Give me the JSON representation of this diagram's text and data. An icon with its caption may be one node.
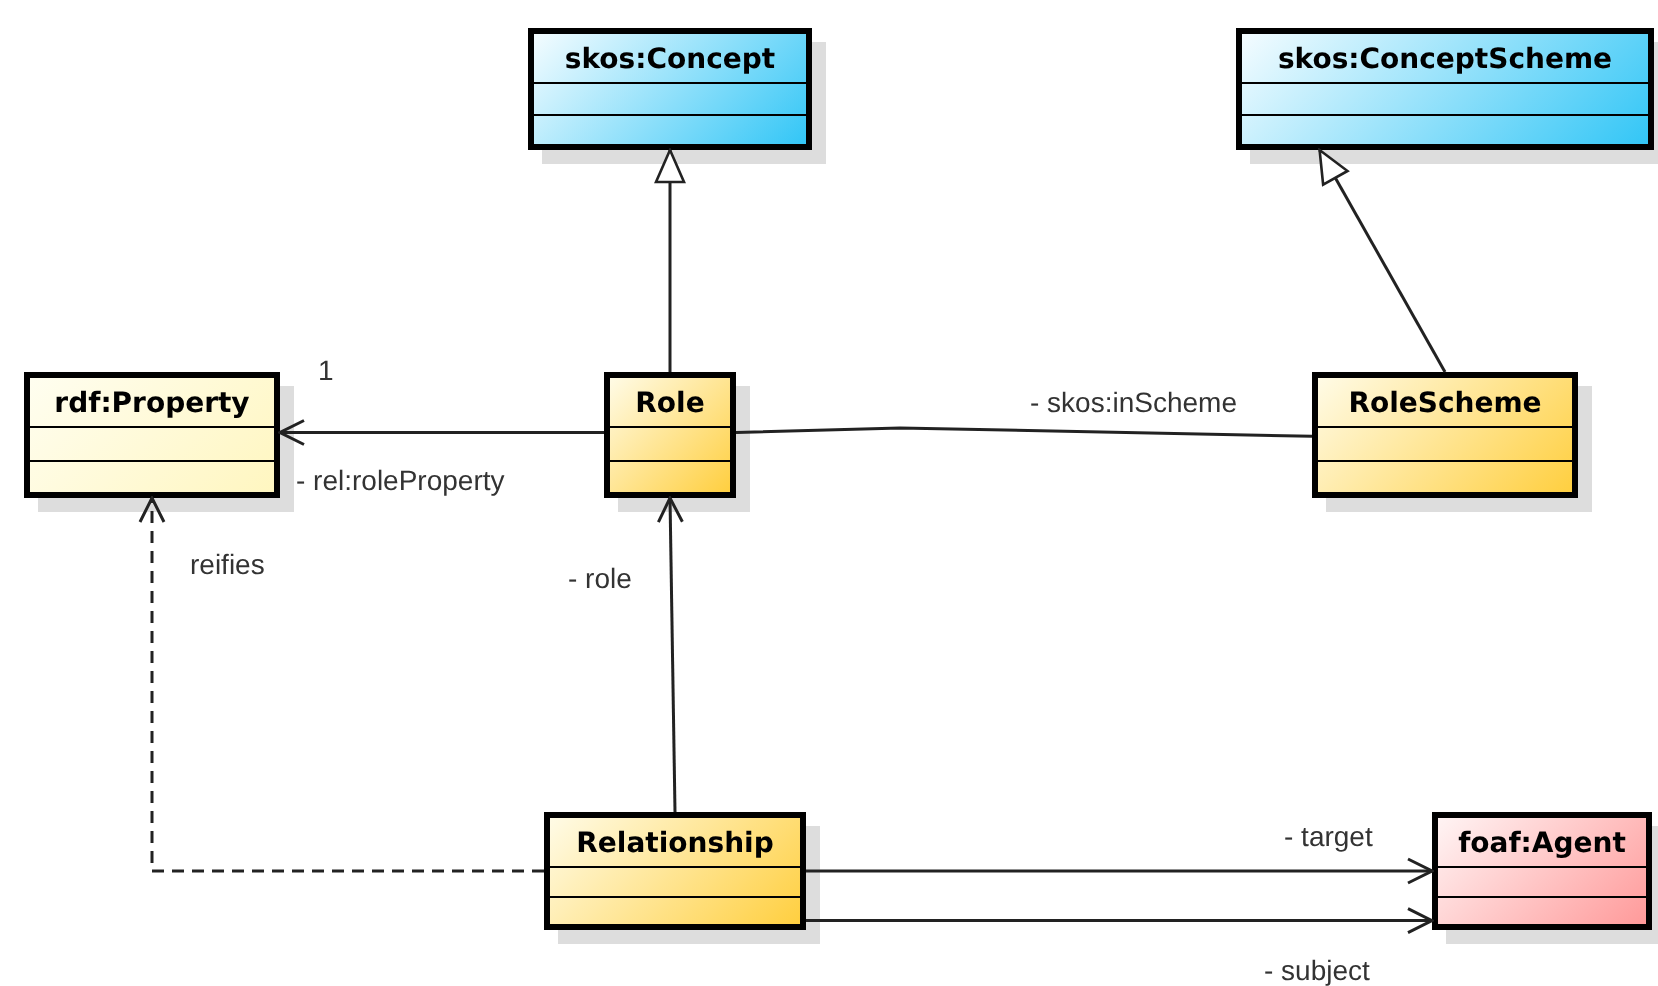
{
  "diagram": {
    "nodes": [
      {
        "text": [
          "skos:Concept"
        ]
      },
      {
        "text": [
          "skos:ConceptScheme"
        ]
      },
      {
        "text": [
          "rdf:Property"
        ]
      },
      {
        "text": [
          "Role"
        ]
      },
      {
        "text": [
          "RoleScheme"
        ]
      },
      {
        "text": [
          "Relationship"
        ]
      },
      {
        "text": [
          "foaf:Agent"
        ]
      }
    ],
    "edges": [
      {
        "from": 3,
        "to": 0,
        "arrow": "to"
      },
      {
        "from": 4,
        "to": 1,
        "arrow": "to"
      },
      {
        "from": 3,
        "to": 2,
        "arrow": "to",
        "label": "- rel:roleProperty"
      },
      {
        "from": 3,
        "to": 4,
        "arrow": "none",
        "label": "- skos:inScheme"
      },
      {
        "from": 5,
        "to": 3,
        "arrow": "to",
        "label": "- role"
      },
      {
        "from": 5,
        "to": 2,
        "arrow": "to",
        "label": "reifies",
        "style": "dashed"
      },
      {
        "from": 5,
        "to": 6,
        "arrow": "to",
        "label": "- target"
      },
      {
        "from": 5,
        "to": 6,
        "arrow": "to",
        "label": "- subject"
      }
    ],
    "labels": [
      "1"
    ]
  }
}
